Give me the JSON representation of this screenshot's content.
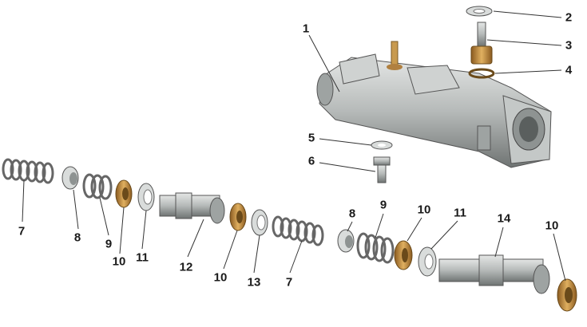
{
  "title": "Brake master cylinder exploded view",
  "colors": {
    "metal": "#b9bcbc",
    "metal_dark": "#7d8281",
    "brass": "#c89a4f",
    "seal": "#9a6a2e",
    "line": "#333333"
  },
  "labels": [
    {
      "id": "l1",
      "text": "1",
      "part": "cylinder-body"
    },
    {
      "id": "l2",
      "text": "2",
      "part": "lock-washer"
    },
    {
      "id": "l3",
      "text": "3",
      "part": "fitting"
    },
    {
      "id": "l4",
      "text": "4",
      "part": "o-ring"
    },
    {
      "id": "l5",
      "text": "5",
      "part": "washer"
    },
    {
      "id": "l6",
      "text": "6",
      "part": "stop-bolt"
    },
    {
      "id": "l7a",
      "text": "7",
      "part": "spring"
    },
    {
      "id": "l8a",
      "text": "8",
      "part": "retainer"
    },
    {
      "id": "l9a",
      "text": "9",
      "part": "spring"
    },
    {
      "id": "l10a",
      "text": "10",
      "part": "seal"
    },
    {
      "id": "l11a",
      "text": "11",
      "part": "spacer-ring"
    },
    {
      "id": "l12",
      "text": "12",
      "part": "piston"
    },
    {
      "id": "l10b",
      "text": "10",
      "part": "seal"
    },
    {
      "id": "l13",
      "text": "13",
      "part": "washer"
    },
    {
      "id": "l7b",
      "text": "7",
      "part": "spring"
    },
    {
      "id": "l8b",
      "text": "8",
      "part": "retainer"
    },
    {
      "id": "l9b",
      "text": "9",
      "part": "spring"
    },
    {
      "id": "l10c",
      "text": "10",
      "part": "seal"
    },
    {
      "id": "l11b",
      "text": "11",
      "part": "spacer-ring"
    },
    {
      "id": "l14",
      "text": "14",
      "part": "piston"
    },
    {
      "id": "l10d",
      "text": "10",
      "part": "seal"
    }
  ]
}
